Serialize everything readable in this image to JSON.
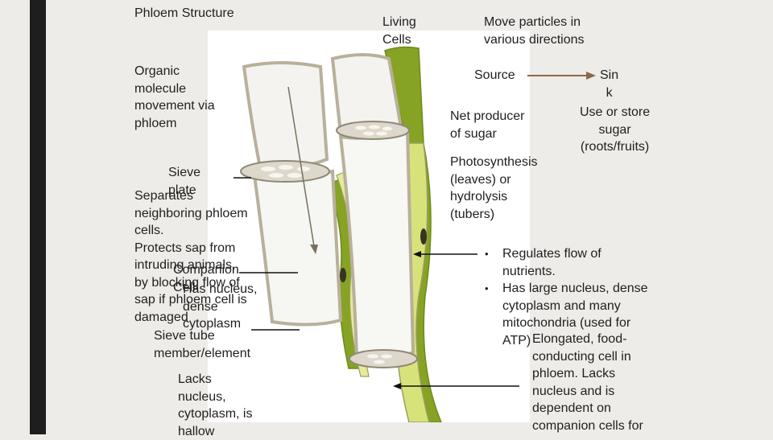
{
  "slide": {
    "title": "Phloem Structure",
    "organic_text": "Organic\nmolecule\nmovement via\nphloem",
    "sieve_plate_label": "Sieve\nplate",
    "sieve_plate_desc": "Separates\nneighboring phloem\ncells.\nProtects sap from\nintruding animals,\nby blocking flow of\nsap if phloem cell is\ndamaged",
    "companion_label": "Companion\nCell",
    "companion_desc": "Has nucleus,\ndense\ncytoplasm",
    "sieve_tube_label": "Sieve tube\nmember/element",
    "sieve_tube_desc": "Lacks\nnucleus,\ncytoplasm, is\nhallow",
    "living_cells": "Living\nCells",
    "move_particles": "Move particles in\nvarious directions",
    "source": "Source",
    "sink": "Sin\nk",
    "net_producer": "Net producer\nof sugar",
    "photosynthesis": "Photosynthesis\n(leaves) or\nhydrolysis\n(tubers)",
    "use_store": "Use or store\nsugar\n(roots/fruits)",
    "companion_bullets": [
      "Regulates flow of\nnutrients.",
      "Has large nucleus, dense\ncytoplasm and many\nmitochondria (used for\nATP)"
    ],
    "elongated_text": "Elongated, food-\nconducting cell in\nphloem. Lacks\nnucleus and is\ndependent on\ncompanion cells for"
  },
  "colors": {
    "background": "#eeece8",
    "sidebar": "#1e1e1e",
    "cell_wall": "#c7bfae",
    "companion_green": "#86a323",
    "sieve_yellow": "#d8e27a"
  }
}
